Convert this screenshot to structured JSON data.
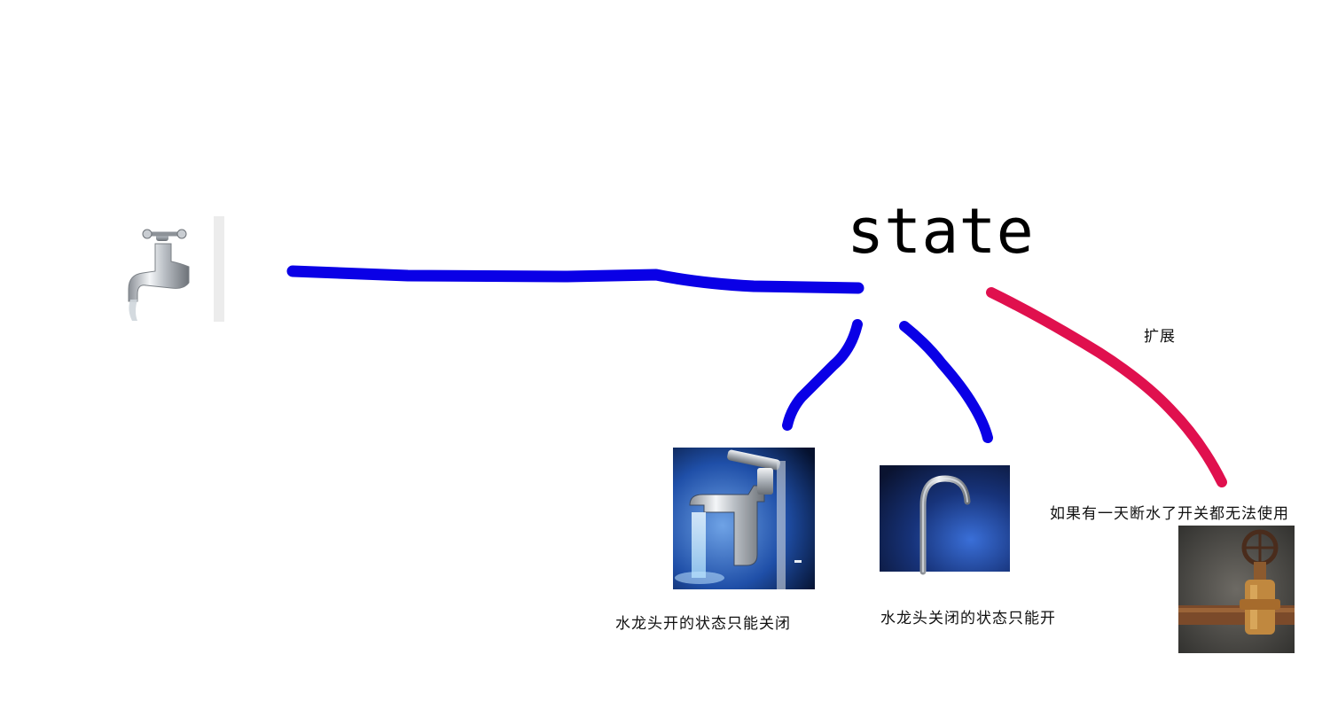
{
  "state_label": "state",
  "extension_label": "扩展",
  "open_caption": "水龙头开的状态只能关闭",
  "closed_caption": "水龙头关闭的状态只能开",
  "broken_caption": "如果有一天断水了开关都无法使用",
  "colors": {
    "primary_stroke": "#0a00e6",
    "extension_stroke": "#e0104e",
    "text": "#111111"
  },
  "icons": [
    "faucet-icon",
    "open-faucet-photo",
    "closed-faucet-photo",
    "rusty-valve-photo"
  ]
}
